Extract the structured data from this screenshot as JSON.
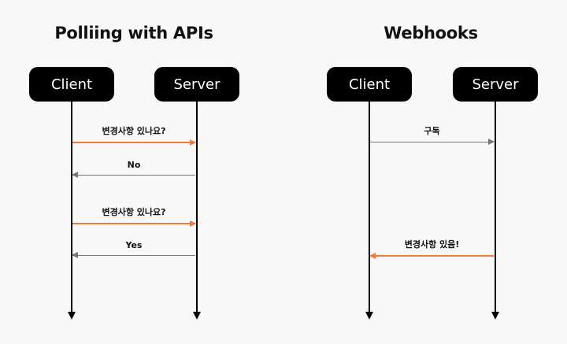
{
  "diagrams": [
    {
      "title": "Polliing with APIs",
      "actors": [
        "Client",
        "Server"
      ],
      "messages": [
        {
          "label": "변경사항 있나요?",
          "direction": "client-to-server",
          "color": "#f07a3b"
        },
        {
          "label": "No",
          "direction": "server-to-client",
          "color": "#777777"
        },
        {
          "label": "변경사항 있나요?",
          "direction": "client-to-server",
          "color": "#f07a3b"
        },
        {
          "label": "Yes",
          "direction": "server-to-client",
          "color": "#777777"
        }
      ]
    },
    {
      "title": "Webhooks",
      "actors": [
        "Client",
        "Server"
      ],
      "messages": [
        {
          "label": "구독",
          "direction": "client-to-server",
          "color": "#777777"
        },
        {
          "label": "변경사항 있음!",
          "direction": "server-to-client",
          "color": "#f07a3b"
        }
      ]
    }
  ],
  "colors": {
    "background": "#f7f8f7",
    "actor_box": "#000000",
    "highlight_arrow": "#f07a3b",
    "plain_arrow": "#777777"
  }
}
